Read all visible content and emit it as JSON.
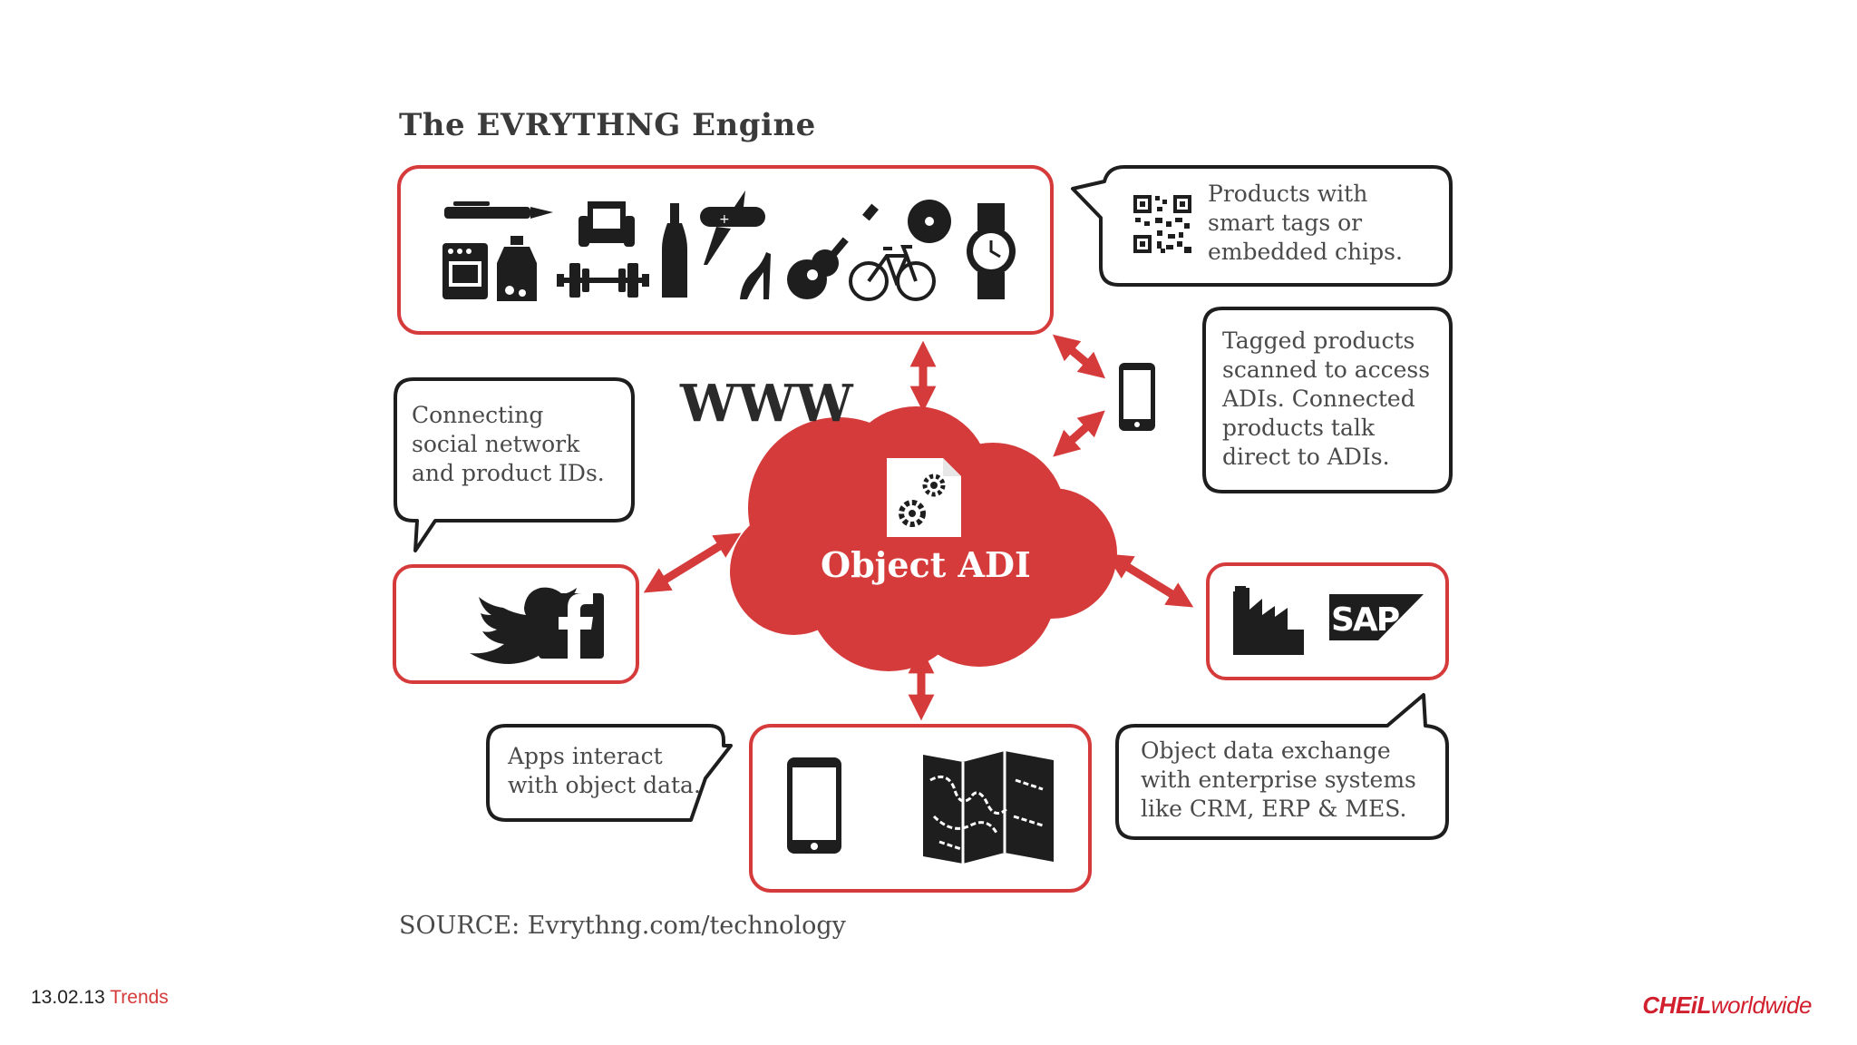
{
  "diagram": {
    "title": "The EVRYTHNG Engine",
    "www_label": "WWW",
    "cloud_label": "Object ADI",
    "bubbles": {
      "products": "Products with\nsmart tags or\nembedded chips.",
      "tagged": "Tagged products\nscanned to access\nADIs. Connected\nproducts talk\ndirect to ADIs.",
      "social": "Connecting\nsocial network\nand product IDs.",
      "apps": "Apps interact\nwith object data.",
      "enterprise": "Object data exchange\nwith enterprise systems\nlike CRM, ERP & MES."
    },
    "sap_label": "SAP",
    "source": "SOURCE: Evrythng.com/technology"
  },
  "footer": {
    "date": "13.02.13",
    "section": "Trends",
    "brand_bold": "CHEiL",
    "brand_regular": "worldwide"
  },
  "colors": {
    "accent": "#d63b3b",
    "dark": "#1e1e1e",
    "brand": "#d11f2e"
  },
  "icons": [
    "pen-icon",
    "stove-icon",
    "bottle-icon",
    "armchair-icon",
    "dumbbell-icon",
    "wine-bottle-icon",
    "pocket-knife-icon",
    "high-heel-icon",
    "guitar-icon",
    "bicycle-icon",
    "disc-icon",
    "watch-icon",
    "qr-code-icon",
    "smartphone-icon",
    "document-gears-icon",
    "twitter-bird-icon",
    "facebook-icon",
    "factory-icon",
    "map-icon"
  ]
}
